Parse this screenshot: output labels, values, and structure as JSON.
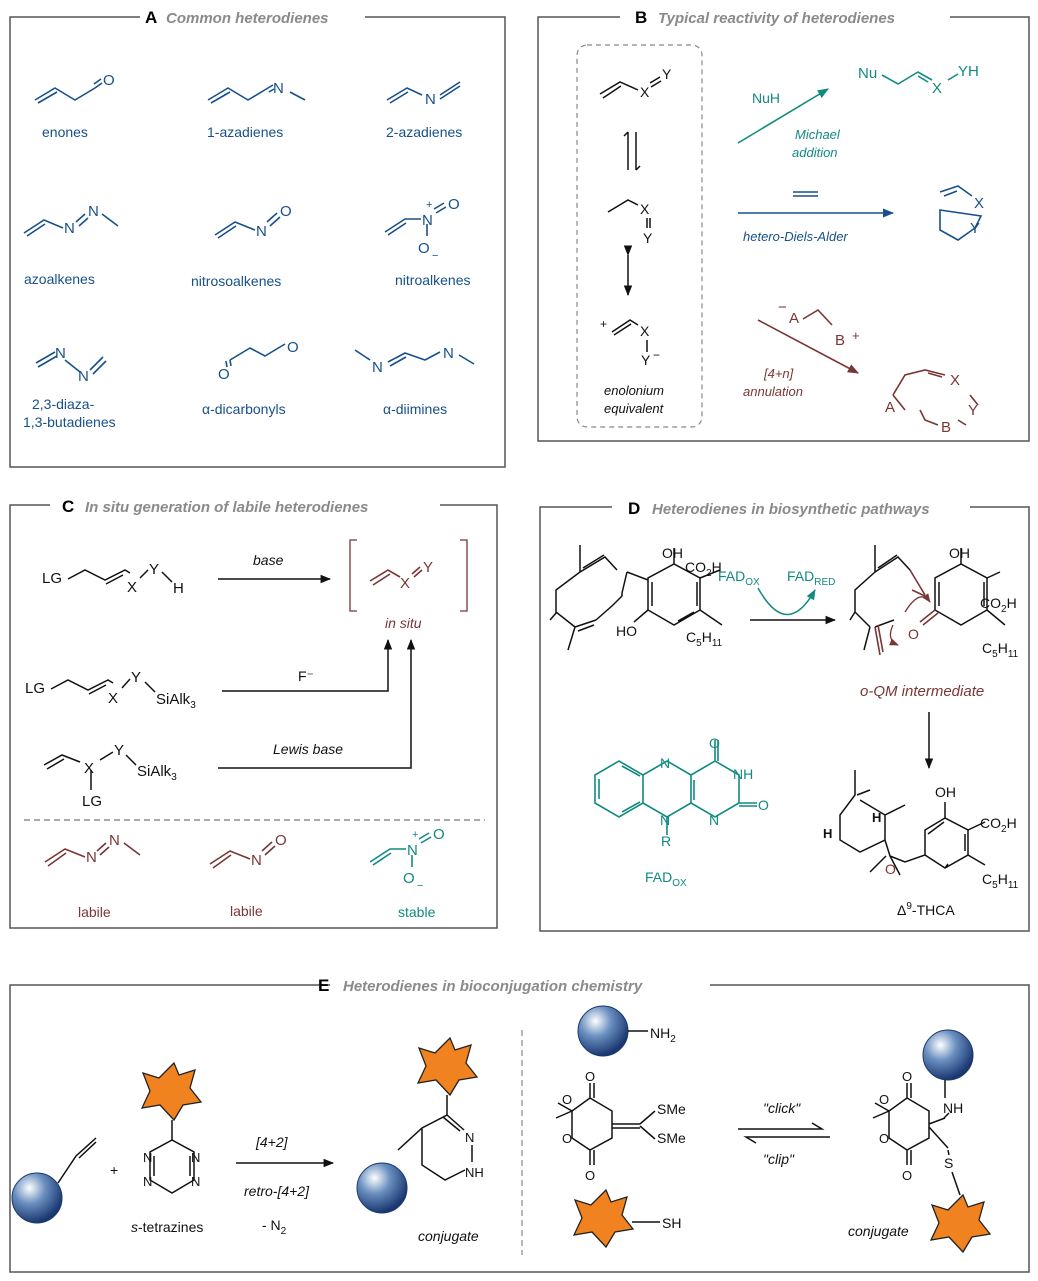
{
  "panels": {
    "A": {
      "letter": "A",
      "title": "Common heterodienes",
      "labels": [
        "enones",
        "1-azadienes",
        "2-azadienes",
        "azoalkenes",
        "nitrosoalkenes",
        "nitroalkenes",
        "2,3-diaza-",
        "1,3-butadienes",
        "α-dicarbonyls",
        "α-diimines"
      ]
    },
    "B": {
      "letter": "B",
      "title": "Typical reactivity of heterodienes",
      "nuh": "NuH",
      "michael1": "Michael",
      "michael2": "addition",
      "hda": "hetero-Diels-Alder",
      "annul1": "[4+n]",
      "annul2": "annulation",
      "enol1": "enolonium",
      "enol2": "equivalent",
      "nu": "Nu",
      "yh": "YH",
      "x": "X",
      "y": "Y",
      "a": "A",
      "b": "B",
      "minus": "−",
      "plus": "+"
    },
    "C": {
      "letter": "C",
      "title": "In situ generation of labile heterodienes",
      "base": "base",
      "insitu": "in situ",
      "fluoride": "F⁻",
      "lewis": "Lewis base",
      "lg": "LG",
      "h": "H",
      "sialk": "SiAlk",
      "sub3": "3",
      "labile1": "labile",
      "labile2": "labile",
      "stable": "stable"
    },
    "D": {
      "letter": "D",
      "title": "Heterodienes in biosynthetic pathways",
      "fad": "FAD",
      "ox": "OX",
      "red": "RED",
      "oqm": "o-QM intermediate",
      "thca": "-THCA",
      "delta": "Δ",
      "nine": "9",
      "oh": "OH",
      "co2h": "CO",
      "co2h2": "2",
      "co2h3": "H",
      "c5": "C",
      "c5sub": "5",
      "c5h": "H",
      "c5sub2": "11",
      "ho": "HO",
      "o": "O",
      "h": "H",
      "nh": "NH",
      "n": "N",
      "r": "R"
    },
    "E": {
      "letter": "E",
      "title": "Heterodienes in bioconjugation chemistry",
      "tetrazines": "-tetrazines",
      "s": "s",
      "r42": "[4+2]",
      "retro": "retro-[4+2]",
      "n2": "- N",
      "n2sub": "2",
      "conj1": "conjugate",
      "conj2": "conjugate",
      "click": "\"click\"",
      "clip": "\"clip\"",
      "nh2": "NH",
      "nh2sub": "2",
      "sh": "SH",
      "sme": "SMe",
      "nhh": "NH",
      "nnh": "N",
      "s_atom": "S",
      "plus": "+"
    }
  },
  "colors": {
    "blue": "#17508a",
    "teal": "#118a80",
    "red": "#7a3535",
    "gray": "#8a8a8a"
  }
}
